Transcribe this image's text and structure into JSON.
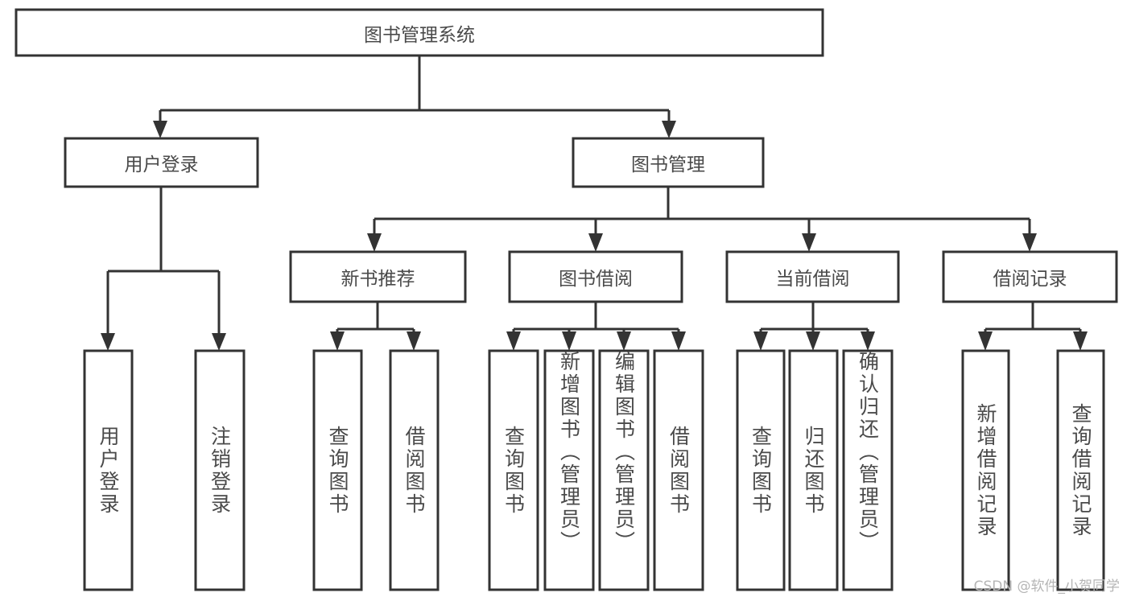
{
  "diagram": {
    "title": "图书管理系统",
    "type": "tree-hierarchy",
    "root": {
      "label": "图书管理系统"
    },
    "level2": [
      {
        "label": "用户登录"
      },
      {
        "label": "图书管理"
      }
    ],
    "level3": [
      {
        "label": "新书推荐",
        "parent": "图书管理"
      },
      {
        "label": "图书借阅",
        "parent": "图书管理"
      },
      {
        "label": "当前借阅",
        "parent": "图书管理"
      },
      {
        "label": "借阅记录",
        "parent": "图书管理"
      }
    ],
    "leaves": {
      "user_login": [
        {
          "label": "用户登录"
        },
        {
          "label": "注销登录"
        }
      ],
      "new_book_recommend": [
        {
          "label": "查询图书"
        },
        {
          "label": "借阅图书"
        }
      ],
      "book_borrow": [
        {
          "label": "查询图书"
        },
        {
          "label": "新增图书（管理员）"
        },
        {
          "label": "编辑图书（管理员）"
        },
        {
          "label": "借阅图书"
        }
      ],
      "current_borrow": [
        {
          "label": "查询图书"
        },
        {
          "label": "归还图书"
        },
        {
          "label": "确认归还（管理员）"
        }
      ],
      "borrow_record": [
        {
          "label": "新增借阅记录"
        },
        {
          "label": "查询借阅记录"
        }
      ]
    }
  },
  "watermark": {
    "text": "CSDN @软件_小贺同学"
  },
  "colors": {
    "box_stroke": "#333333",
    "box_fill": "#ffffff",
    "text": "#4a4a4a",
    "watermark": "#b5b5b5",
    "background": "#ffffff"
  }
}
